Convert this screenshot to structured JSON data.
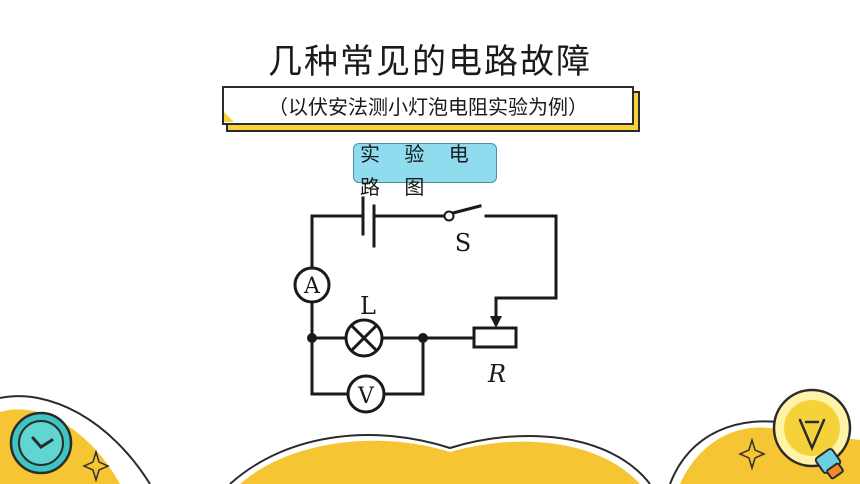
{
  "slide": {
    "title": "几种常见的电路故障",
    "subtitle": "（以伏安法测小灯泡电阻实验为例）",
    "diagram_label": "实 验 电 路 图"
  },
  "circuit": {
    "switch_label": "S",
    "lamp_label": "L",
    "ammeter_label": "A",
    "voltmeter_label": "V",
    "rheostat_label": "R"
  },
  "colors": {
    "label_fill": "#8fdcef",
    "accent_yellow": "#f6c534",
    "teal": "#3fc4c2",
    "wire": "#1a1a1a"
  },
  "icons": [
    "clock-icon",
    "lightbulb-icon",
    "sparkle-icon"
  ]
}
